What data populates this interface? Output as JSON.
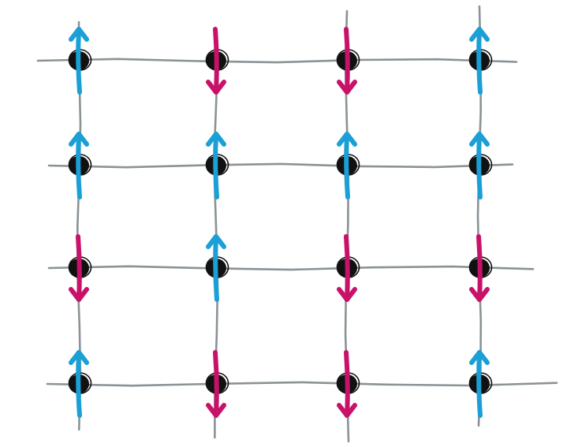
{
  "diagram": {
    "grid": {
      "rows": 4,
      "cols": 4
    },
    "spins": [
      [
        "up",
        "down",
        "down",
        "up"
      ],
      [
        "up",
        "up",
        "up",
        "up"
      ],
      [
        "down",
        "up",
        "down",
        "down"
      ],
      [
        "up",
        "down",
        "down",
        "up"
      ]
    ],
    "colors": {
      "grid_line": "#8a9296",
      "node": "#111111",
      "spin_up": "#1a9fd6",
      "spin_down": "#c8126a",
      "background": "#ffffff"
    }
  }
}
